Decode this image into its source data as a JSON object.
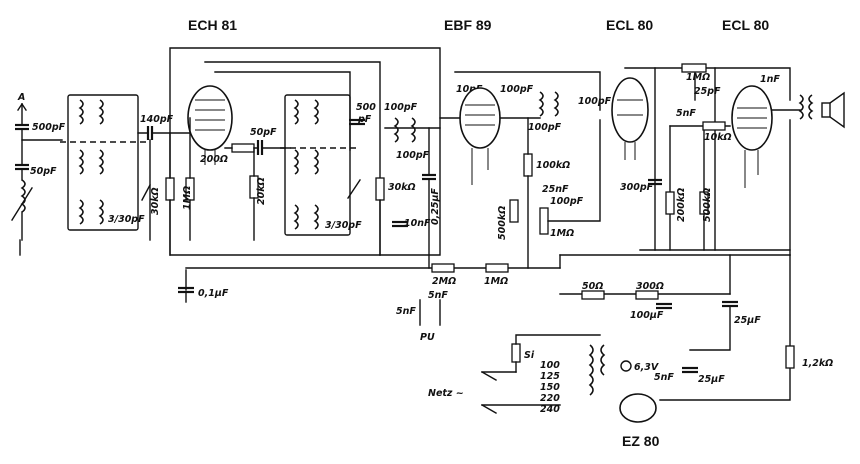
{
  "tubes": {
    "ech81": "ECH 81",
    "ebf89": "EBF 89",
    "ecl80_a": "ECL 80",
    "ecl80_b": "ECL 80",
    "ez80": "EZ 80"
  },
  "labels": {
    "antenna": "A",
    "c500": "500pF",
    "c50": "50pF",
    "c140": "140pF",
    "r30k_a": "30kΩ",
    "r1m_a": "1MΩ",
    "r200": "200Ω",
    "c50b": "50pF",
    "r20k": "20kΩ",
    "c500b": "500",
    "c500b_unit": "pF",
    "trim_a": "3/30pF",
    "trim_b": "3/30pF",
    "r30k_b": "30kΩ",
    "c10n_a": "10nF",
    "c100_a": "100pF",
    "c100_b": "100pF",
    "c025": "0,25μF",
    "c10p": "10pF",
    "c100_c": "100pF",
    "c100_d": "100pF",
    "c100_e": "100pF",
    "r100k": "100kΩ",
    "r500k_a": "500kΩ",
    "c25n": "25nF",
    "c100_f": "100pF",
    "pot1m": "1MΩ",
    "c300p": "300pF",
    "r200k": "200kΩ",
    "r500k_b": "500kΩ",
    "r1m_b": "1MΩ",
    "c25p": "25pF",
    "c1n": "1nF",
    "c5n_a": "5nF",
    "r10k": "10kΩ",
    "c01": "0,1μF",
    "r2m": "2MΩ",
    "r1m_c": "1MΩ",
    "c5n_b": "5nF",
    "c5n_c": "5nF",
    "pu": "PU",
    "r50": "50Ω",
    "r300": "300Ω",
    "c100u": "100μF",
    "c25u_a": "25μF",
    "fuse": "Si",
    "v100": "100",
    "v125": "125",
    "v150": "150",
    "v220": "220",
    "v240": "240",
    "v63": "6,3V",
    "c5n_d": "5nF",
    "c25u_b": "25μF",
    "netz": "Netz ~",
    "r12k": "1,2kΩ"
  }
}
